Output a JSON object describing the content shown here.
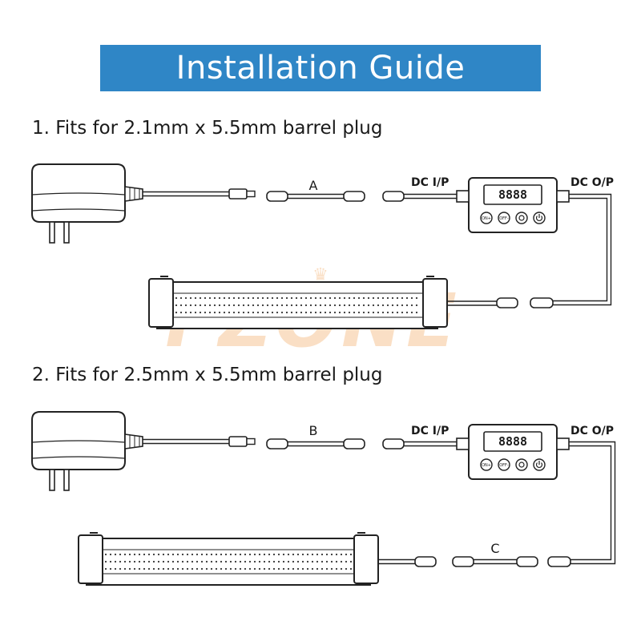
{
  "title": "Installation Guide",
  "steps": [
    {
      "heading": "1. Fits for 2.1mm x 5.5mm barrel plug",
      "cable_label": "A",
      "input_port_label": "DC I/P",
      "output_port_label": "DC O/P",
      "display_digits": "8888",
      "buttons": [
        "ON+",
        "OFF-",
        "timer",
        "power"
      ]
    },
    {
      "heading": "2. Fits for 2.5mm x 5.5mm barrel plug",
      "cable_label": "B",
      "extension_label": "C",
      "input_port_label": "DC I/P",
      "output_port_label": "DC O/P",
      "display_digits": "8888",
      "buttons": [
        "ON+",
        "OFF-",
        "timer",
        "power"
      ]
    }
  ],
  "watermark": "FZONE",
  "colors": {
    "banner": "#2f86c6",
    "banner_text": "#ffffff",
    "line": "#222222",
    "watermark": "#f6c08c"
  }
}
